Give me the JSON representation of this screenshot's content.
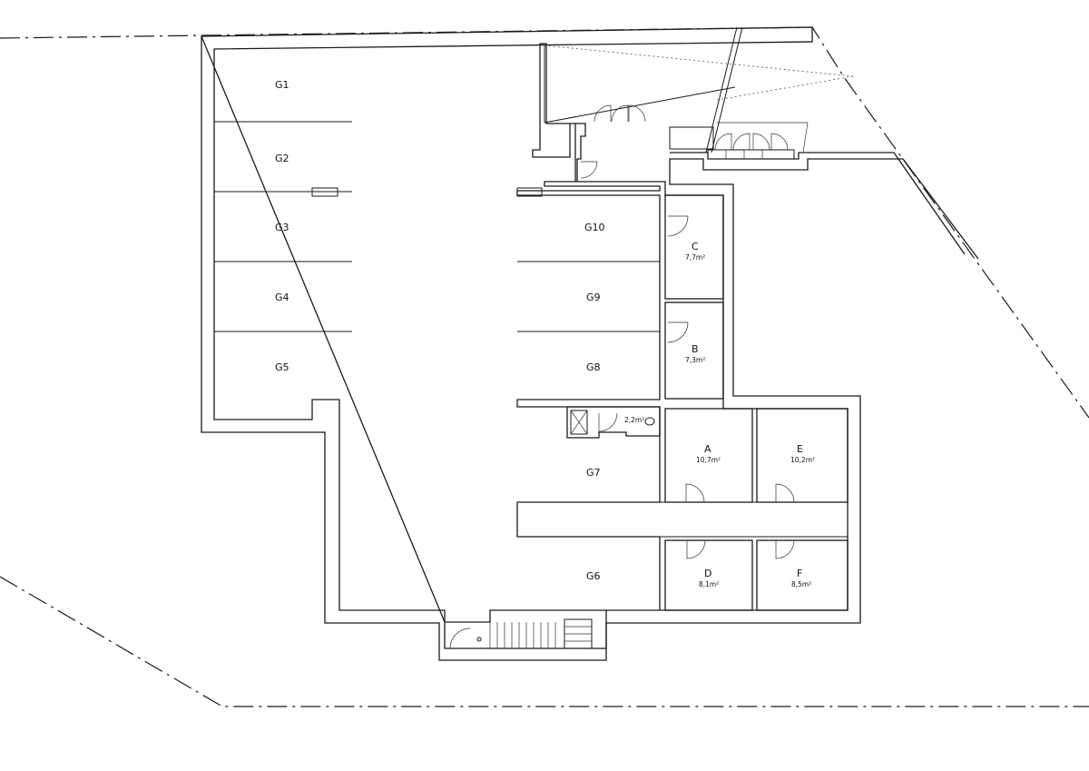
{
  "garages": [
    {
      "id": "G1",
      "label": "G1"
    },
    {
      "id": "G2",
      "label": "G2"
    },
    {
      "id": "G3",
      "label": "G3"
    },
    {
      "id": "G4",
      "label": "G4"
    },
    {
      "id": "G5",
      "label": "G5"
    },
    {
      "id": "G6",
      "label": "G6"
    },
    {
      "id": "G7",
      "label": "G7"
    },
    {
      "id": "G8",
      "label": "G8"
    },
    {
      "id": "G9",
      "label": "G9"
    },
    {
      "id": "G10",
      "label": "G10"
    }
  ],
  "storage_rooms": [
    {
      "id": "A",
      "label": "A",
      "area": "10,7m²"
    },
    {
      "id": "B",
      "label": "B",
      "area": "7,3m²"
    },
    {
      "id": "C",
      "label": "C",
      "area": "7,7m²"
    },
    {
      "id": "D",
      "label": "D",
      "area": "8,1m²"
    },
    {
      "id": "E",
      "label": "E",
      "area": "10,2m²"
    },
    {
      "id": "F",
      "label": "F",
      "area": "8,5m²"
    }
  ],
  "wc": {
    "area": "2,2m²"
  }
}
